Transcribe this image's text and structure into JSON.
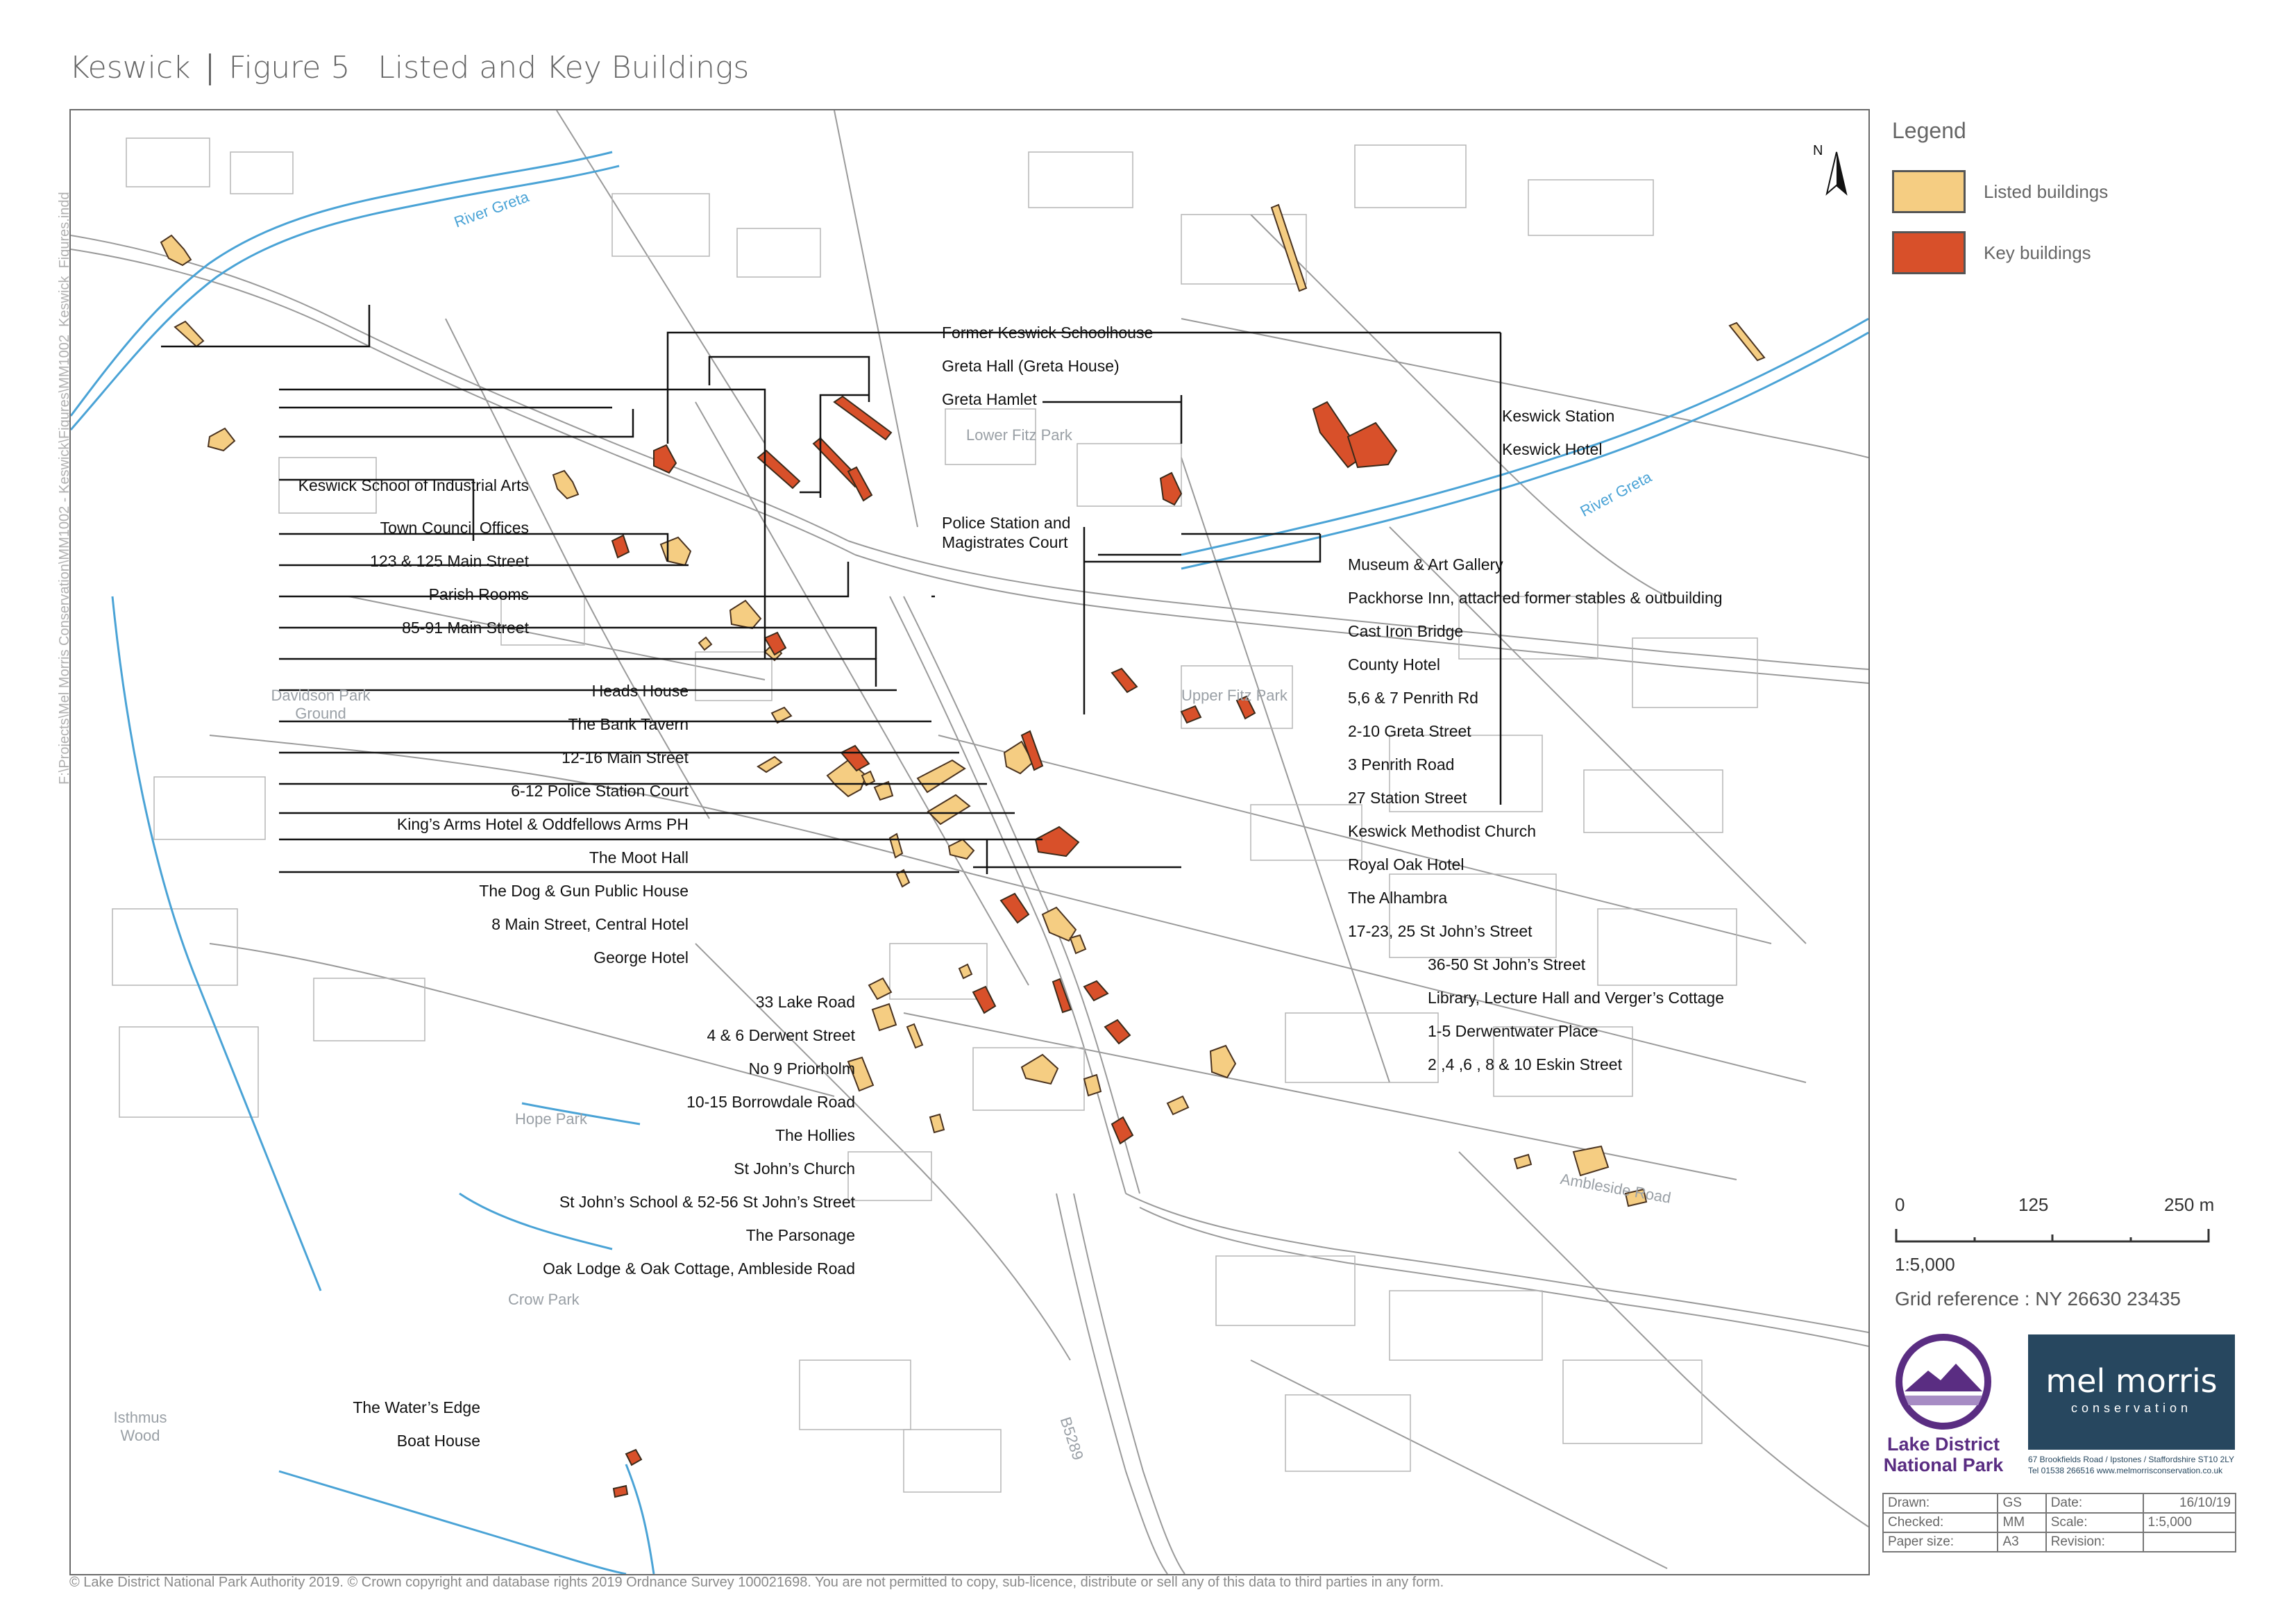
{
  "header": {
    "place": "Keswick",
    "figure": "Figure 5",
    "title": "Listed and Key Buildings"
  },
  "file_path": "F:\\Projects\\Mel Morris Conservation\\MM1002 - Keswick\\Figures\\MM1002_Keswick_Figures.indd",
  "north_arrow": "N",
  "colors": {
    "listed": "#f5cd82",
    "key": "#d8502a",
    "outline": "#3a2a1a",
    "road": "#888888",
    "river": "#4aa3d6",
    "leader": "#111111"
  },
  "map_labels": {
    "areas": [
      "Lower Fitz Park",
      "Upper Fitz Park",
      "Davidson Park Ground",
      "Hope Park",
      "Crow Park",
      "Isthmus Wood"
    ],
    "rivers": [
      "River Greta",
      "River Greta"
    ],
    "roads": [
      "Ambleside Road",
      "B5289"
    ]
  },
  "labels_left": [
    "Keswick School of Industrial Arts",
    "Town Council Offices",
    "123 & 125 Main Street",
    "Parish Rooms",
    "85-91 Main Street",
    "Heads House",
    "The Bank Tavern",
    "12-16 Main Street",
    "6-12 Police Station Court",
    "King’s Arms Hotel & Oddfellows Arms PH",
    "The Moot Hall",
    "The Dog & Gun Public House",
    "8 Main Street, Central Hotel",
    "George Hotel",
    "33 Lake Road",
    "4 & 6 Derwent Street",
    "No 9 Priorholm",
    "10-15 Borrowdale Road",
    "The Hollies",
    "St John’s Church",
    "St John’s School & 52-56 St John’s Street",
    "The Parsonage",
    "Oak Lodge & Oak Cottage, Ambleside Road",
    "The Water’s Edge",
    "Boat House"
  ],
  "labels_top": [
    "Former Keswick Schoolhouse",
    "Greta Hall (Greta House)",
    "Greta Hamlet",
    "Police Station and",
    "Magistrates Court"
  ],
  "labels_right": [
    "Keswick Station",
    "Keswick Hotel",
    "Museum & Art Gallery",
    "Packhorse Inn, attached former stables &  outbuilding",
    "Cast Iron Bridge",
    "County Hotel",
    "5,6 & 7 Penrith Rd",
    "2-10 Greta Street",
    "3 Penrith Road",
    "27 Station Street",
    "Keswick Methodist Church",
    "Royal Oak Hotel",
    "The Alhambra",
    "17-23, 25 St John’s Street",
    "36-50 St John’s Street",
    "Library, Lecture Hall and Verger’s Cottage",
    "1-5 Derwentwater Place",
    "2 ,4 ,6 , 8 & 10 Eskin Street"
  ],
  "legend": {
    "title": "Legend",
    "items": [
      {
        "label": "Listed buildings",
        "color": "#f5cd82"
      },
      {
        "label": "Key buildings",
        "color": "#d8502a"
      }
    ]
  },
  "scale": {
    "ticks": [
      "0",
      "125",
      "250 m"
    ],
    "ratio": "1:5,000"
  },
  "grid_reference": "Grid reference :  NY 26630 23435",
  "logos": {
    "lake_district": [
      "Lake District",
      "National Park"
    ],
    "mel_morris": {
      "name": "mel morris",
      "sub": "conservation",
      "address": "67 Brookfields Road / Ipstones / Staffordshire ST10 2LY",
      "contact": "Tel 01538 266516 www.melmorrisconservation.co.uk"
    }
  },
  "info_table": {
    "drawn_label": "Drawn:",
    "drawn": "GS",
    "date_label": "Date:",
    "date": "16/10/19",
    "checked_label": "Checked:",
    "checked": "MM",
    "scale_label": "Scale:",
    "scale": "1:5,000",
    "paper_label": "Paper size:",
    "paper": "A3",
    "revision_label": "Revision:",
    "revision": ""
  },
  "copyright": "© Lake District National Park Authority 2019.  © Crown copyright and database rights 2019 Ordnance Survey 100021698. You are not permitted to copy, sub-licence, distribute or sell any of this data to third parties in any form."
}
